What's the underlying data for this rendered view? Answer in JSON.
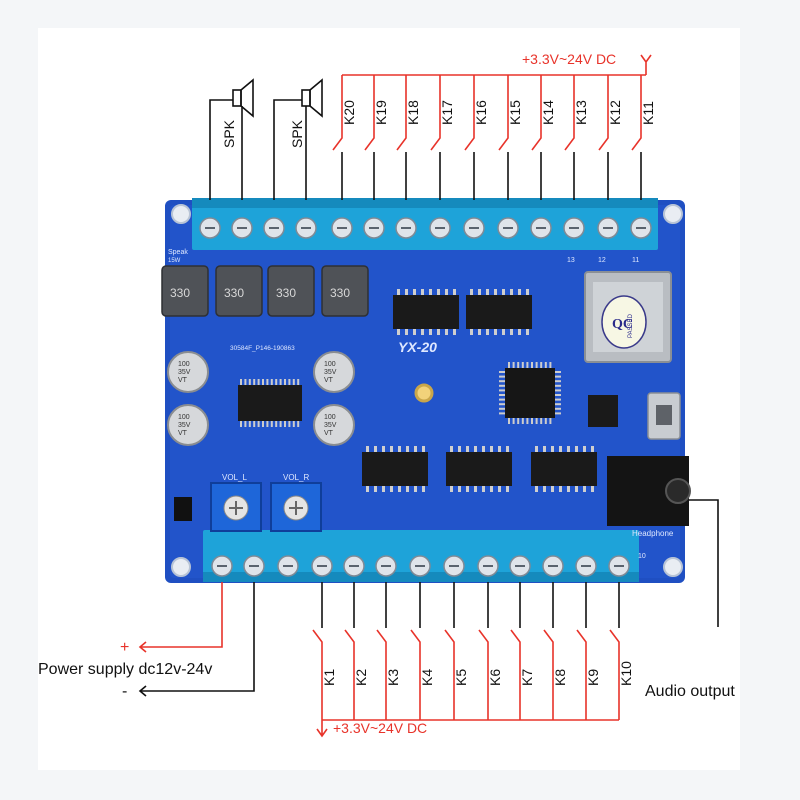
{
  "top_supply_label": "+3.3V~24V DC",
  "bottom_supply_label": "+3.3V~24V DC",
  "speaker_labels": [
    "SPK",
    "SPK"
  ],
  "top_keys": [
    "K20",
    "K19",
    "K18",
    "K17",
    "K16",
    "K15",
    "K14",
    "K13",
    "K12",
    "K11"
  ],
  "bottom_keys": [
    "K1",
    "K2",
    "K3",
    "K4",
    "K5",
    "K6",
    "K7",
    "K8",
    "K9",
    "K10"
  ],
  "power_label": "Power supply dc12v-24v",
  "power_plus": "+",
  "power_minus": "-",
  "audio_output_label": "Audio output",
  "board": {
    "model": "YX-20",
    "inductor_text": "330",
    "pcb_id": "30584F_P146-190863",
    "vol_left": "VOL_L",
    "vol_right": "VOL_R",
    "qc_text": "QC",
    "qc_sub": "PASSED",
    "headphone": "Headphone",
    "cap_text": [
      "100",
      "35V",
      "VT"
    ],
    "speaker_silk": "Speak",
    "speaker_silk2": "15W",
    "pin13": "13",
    "pin12": "12",
    "pin11": "11",
    "pin10": "10"
  },
  "colors": {
    "pcb": "#1f4fc2",
    "terminal": "#1ea3d9",
    "wire_red": "#e8332a",
    "wire_black": "#111111",
    "text_red": "#e8332a"
  }
}
